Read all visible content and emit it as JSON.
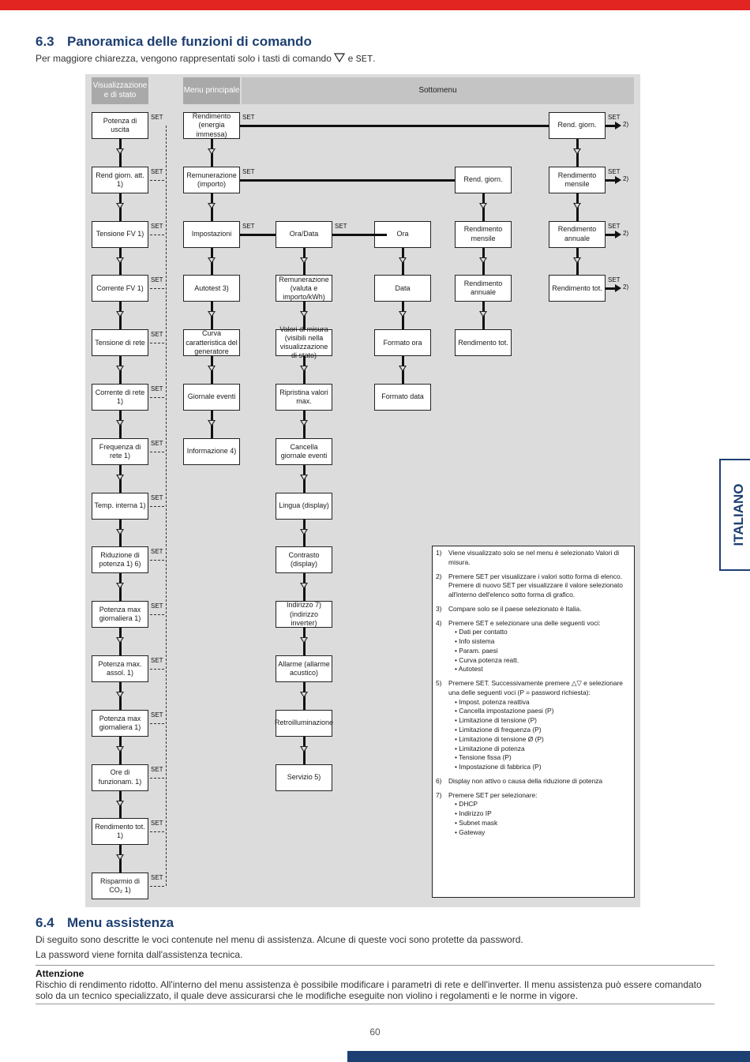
{
  "section1": {
    "number": "6.3",
    "title": "Panoramica delle funzioni di comando",
    "intro_pre": "Per maggiore chiarezza, vengono rappresentati solo i tasti di comando",
    "intro_e": "e",
    "intro_key": "SET",
    "intro_post": "."
  },
  "side_tab": "ITALIANO",
  "diagram": {
    "headers": {
      "status": "Visualizzazione e di stato",
      "main": "Menu principale",
      "sub": "Sottomenu"
    },
    "set_label": "SET",
    "ref2": "2)",
    "status_col": [
      "Potenza di uscita",
      "Rend giorn. att. 1)",
      "Tensione FV 1)",
      "Corrente FV 1)",
      "Tensione di rete",
      "Corrente di rete 1)",
      "Frequenza di rete 1)",
      "Temp. interna 1)",
      "Riduzione di potenza 1) 6)",
      "Potenza max giornaliera 1)",
      "Potenza max. assol. 1)",
      "Potenza max giornaliera 1)",
      "Ore di funzionam. 1)",
      "Rendimento tot. 1)",
      "Risparmio di CO₂ 1)"
    ],
    "main_col": [
      "Rendimento (energia immessa)",
      "Remunerazione (importo)",
      "Impostazioni",
      "Autotest 3)",
      "Curva caratteristica del generatore",
      "Giornale eventi",
      "Informazione 4)"
    ],
    "settings_col": [
      "Ora/Data",
      "Remunerazione (valuta e importo/kWh)",
      "Valori di misura (visibili nella visualizzazione di stato)",
      "Ripristina valori max.",
      "Cancella giornale eventi",
      "Lingua (display)",
      "Contrasto (display)",
      "Indirizzo 7) (indirizzo inverter)",
      "Allarme (allarme acustico)",
      "Retroilluminazione",
      "Servizio 5)"
    ],
    "time_col": [
      "Ora",
      "Data",
      "Formato ora",
      "Formato data"
    ],
    "rend_col": [
      "Rend. giorn.",
      "Rendimento mensile",
      "Rendimento annuale",
      "Rendimento tot."
    ],
    "rend2_col": [
      "Rend. giorn.",
      "Rendimento mensile",
      "Rendimento annuale",
      "Rendimento tot."
    ]
  },
  "notes": [
    {
      "n": "1)",
      "text": "Viene visualizzato solo se nel menu è selezionato Valori di misura."
    },
    {
      "n": "2)",
      "text": "Premere SET per visualizzare i valori sotto forma di elenco. Premere di nuovo SET per visualizzare il valore selezionato all'interno dell'elenco sotto forma di grafico."
    },
    {
      "n": "3)",
      "text": "Compare solo se il paese selezionato è Italia."
    },
    {
      "n": "4)",
      "text": "Premere SET e selezionare una delle seguenti voci:",
      "items": [
        "Dati per contatto",
        "Info sistema",
        "Param. paesi",
        "Curva potenza reatt.",
        "Autotest"
      ]
    },
    {
      "n": "5)",
      "text": "Premere SET. Successivamente premere △▽ e selezionare una delle seguenti voci (P = password richiesta):",
      "items": [
        "Impost. potenza reattiva",
        "Cancella impostazione paesi (P)",
        "Limitazione di tensione (P)",
        "Limitazione di frequenza (P)",
        "Limitazione di tensione Ø (P)",
        "Limitazione di potenza",
        "Tensione fissa (P)",
        "Impostazione di fabbrica (P)"
      ]
    },
    {
      "n": "6)",
      "text": "Display non attivo o causa della riduzione di potenza"
    },
    {
      "n": "7)",
      "text": "Premere SET per selezionare:",
      "items": [
        "DHCP",
        "Indirizzo IP",
        "Subnet mask",
        "Gateway"
      ]
    }
  ],
  "section2": {
    "number": "6.4",
    "title": "Menu assistenza",
    "p1": "Di seguito sono descritte le voci contenute nel menu di assistenza. Alcune di queste voci sono protette da password.",
    "p2": "La password viene fornita dall'assistenza tecnica.",
    "att_title": "Attenzione",
    "att_text": "Rischio di rendimento ridotto. All'interno del menu assistenza è possibile modificare i parametri di rete e dell'inverter. Il menu assistenza può essere comandato solo da un tecnico specializzato, il quale deve assicurarsi che le modifiche eseguite non violino i regolamenti e le norme in vigore."
  },
  "page_number": "60"
}
